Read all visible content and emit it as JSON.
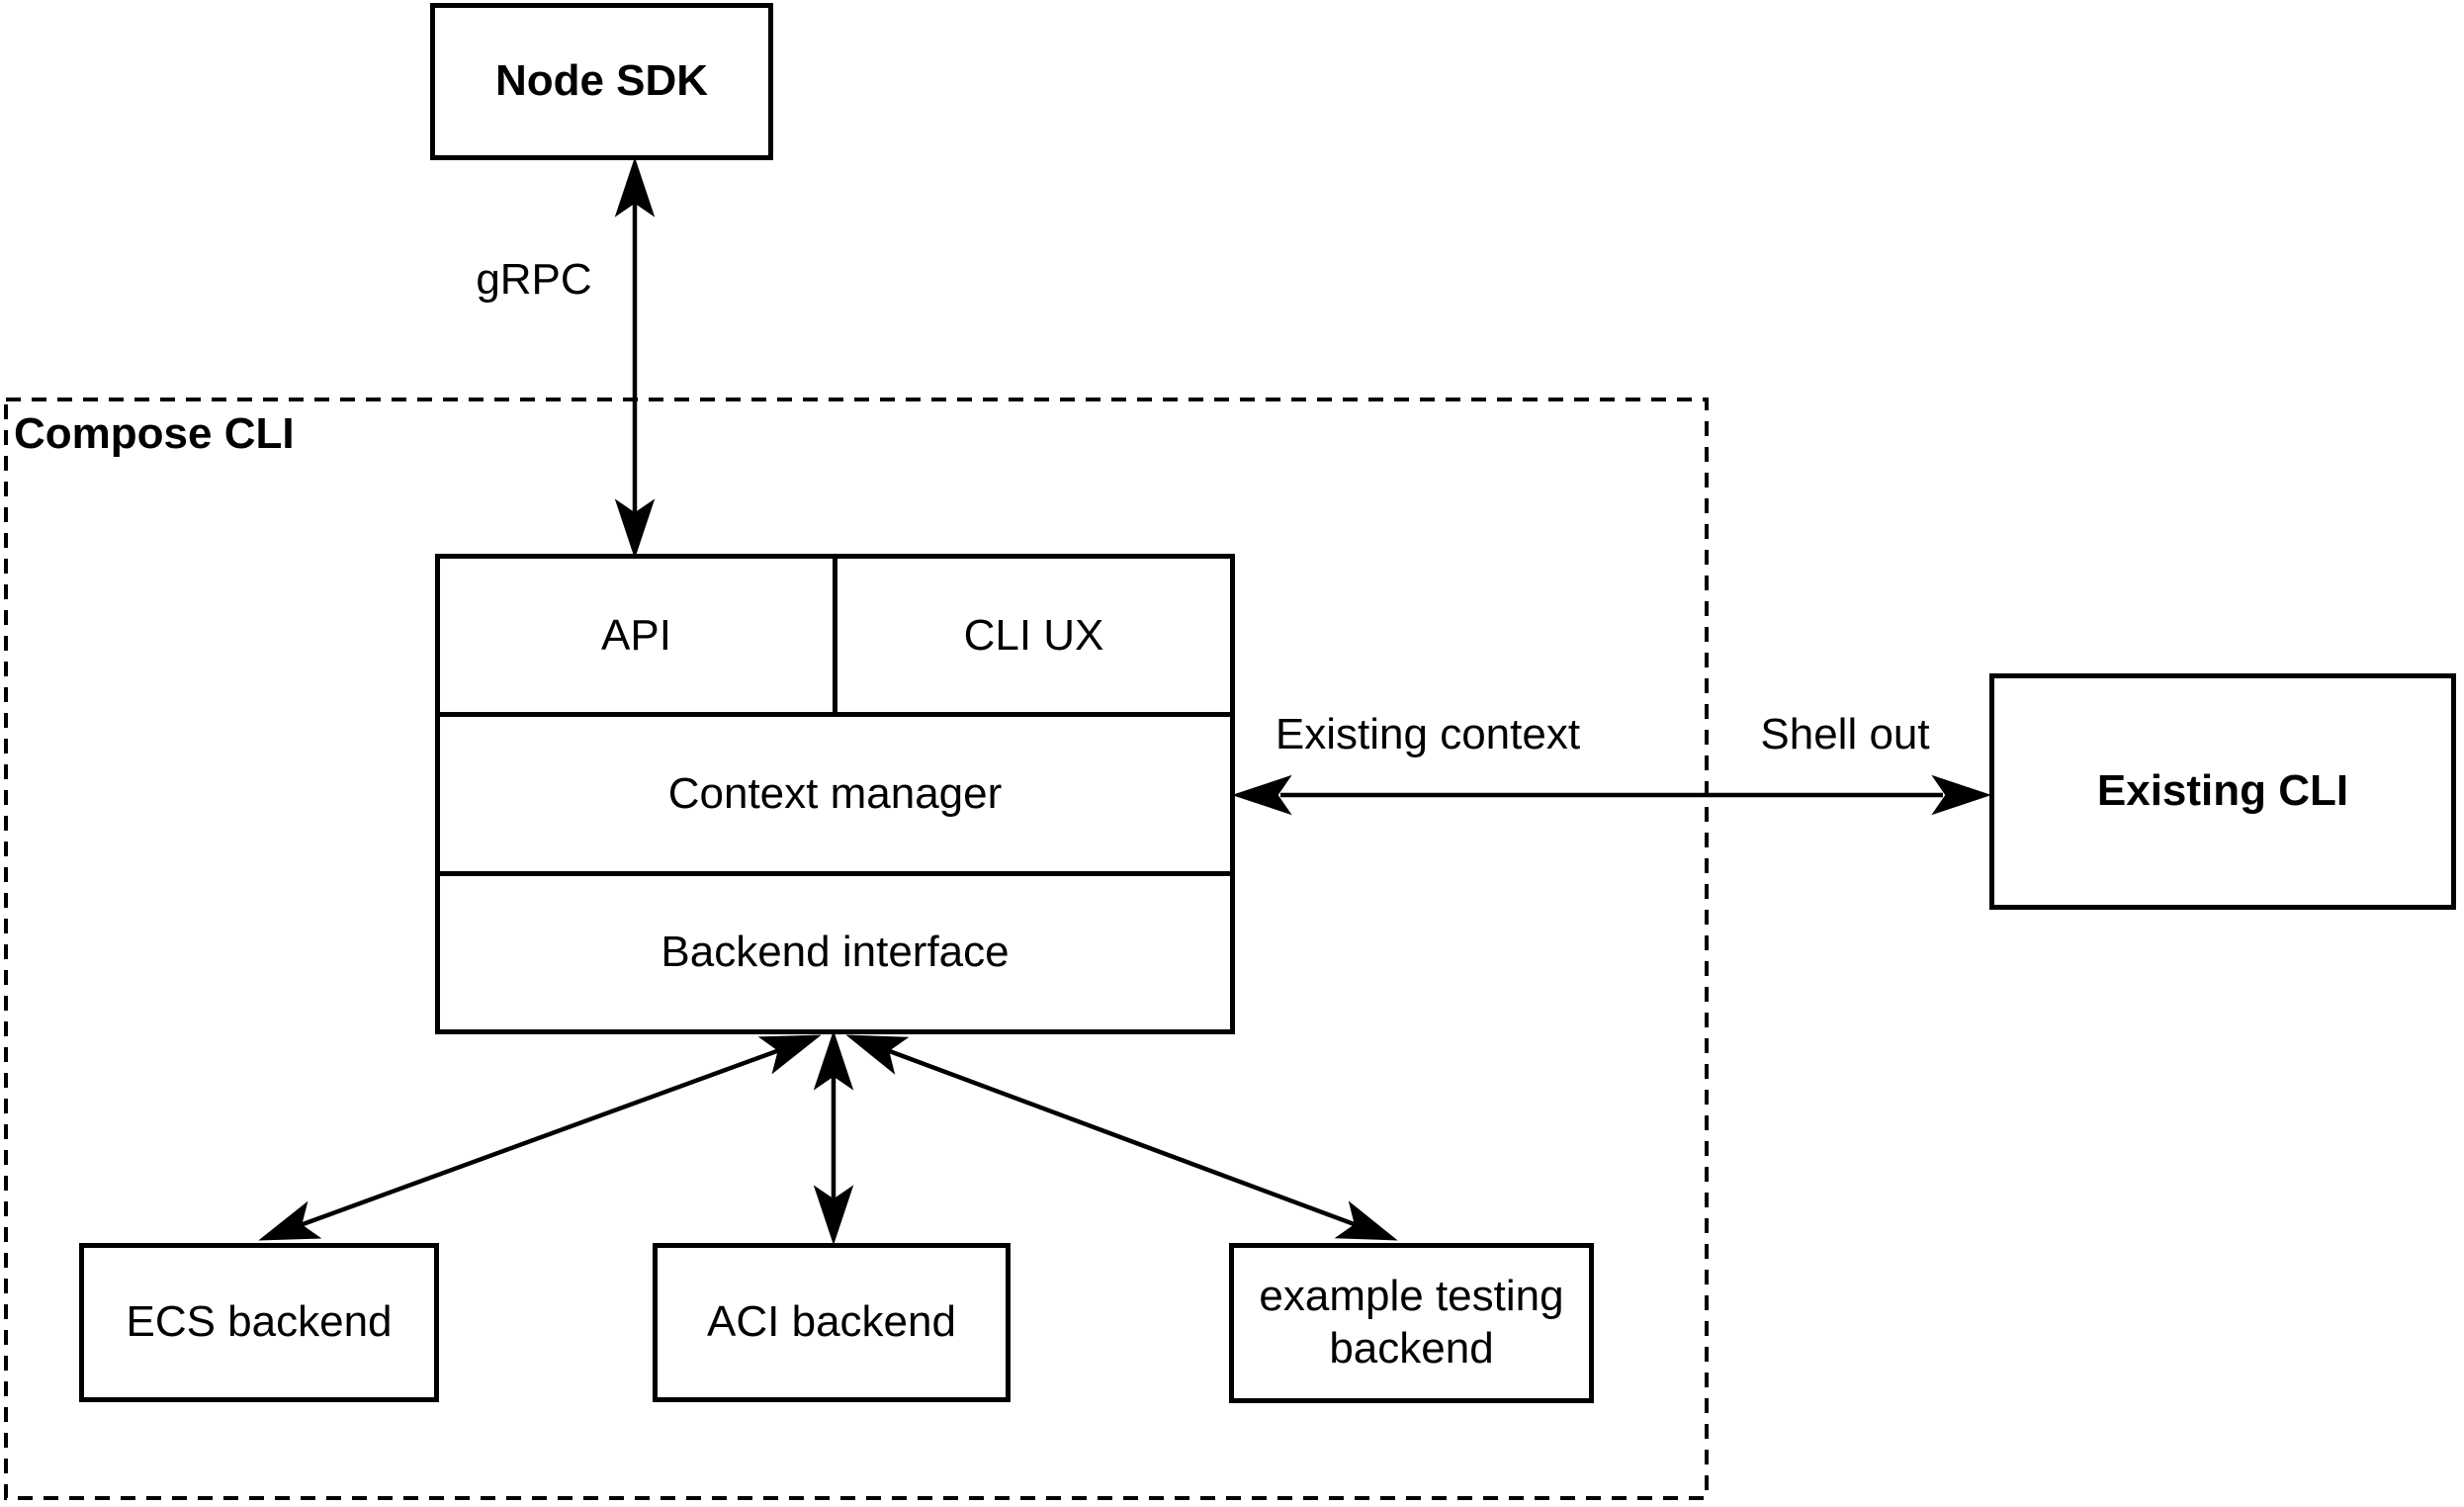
{
  "colors": {
    "stroke": "#000000",
    "background": "#ffffff"
  },
  "group": {
    "compose_cli": {
      "label": "Compose CLI"
    }
  },
  "nodes": {
    "node_sdk": {
      "label": "Node SDK"
    },
    "api": {
      "label": "API"
    },
    "cli_ux": {
      "label": "CLI UX"
    },
    "context_manager": {
      "label": "Context manager"
    },
    "backend_interface": {
      "label": "Backend interface"
    },
    "existing_cli": {
      "label": "Existing CLI"
    },
    "ecs_backend": {
      "label": "ECS backend"
    },
    "aci_backend": {
      "label": "ACI backend"
    },
    "example_testing_backend": {
      "label": "example testing backend"
    }
  },
  "edges": {
    "grpc": {
      "label": "gRPC",
      "from": "node_sdk",
      "to": "api",
      "bidirectional": true
    },
    "context_to_existing_cli": {
      "labels": {
        "left": "Existing context",
        "right": "Shell out"
      },
      "from": "context_manager",
      "to": "existing_cli",
      "bidirectional": true
    },
    "backend_to_ecs": {
      "from": "backend_interface",
      "to": "ecs_backend",
      "bidirectional": true
    },
    "backend_to_aci": {
      "from": "backend_interface",
      "to": "aci_backend",
      "bidirectional": true
    },
    "backend_to_example": {
      "from": "backend_interface",
      "to": "example_testing_backend",
      "bidirectional": true
    }
  }
}
